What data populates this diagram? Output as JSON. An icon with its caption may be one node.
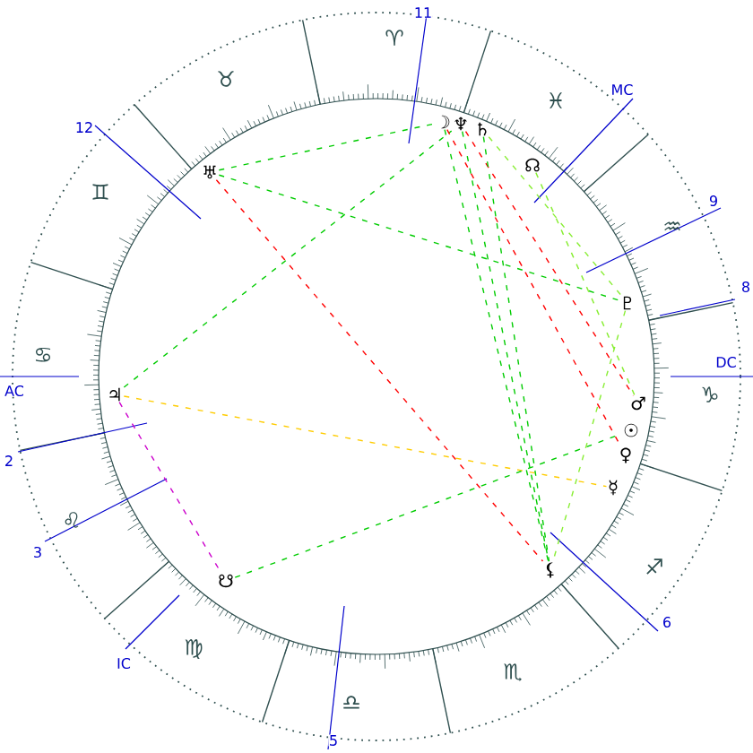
{
  "diagram": {
    "nodes": [
      {
        "text": [
          "♅"
        ]
      },
      {
        "text": [
          "☽"
        ]
      },
      {
        "text": [
          "♆"
        ]
      },
      {
        "text": [
          "♄"
        ]
      },
      {
        "text": [
          "☊"
        ]
      },
      {
        "text": [
          "♇"
        ]
      },
      {
        "text": [
          "♃"
        ]
      },
      {
        "text": [
          "♂"
        ]
      },
      {
        "text": [
          "☉"
        ]
      },
      {
        "text": [
          "♀"
        ]
      },
      {
        "text": [
          "☿"
        ]
      },
      {
        "text": [
          "⚸"
        ]
      },
      {
        "text": [
          "☋"
        ]
      }
    ],
    "edges": [
      {
        "from": 0,
        "to": 11,
        "arrow": "none",
        "style": "dashed",
        "color": "#ff0000"
      },
      {
        "from": 0,
        "to": 5,
        "arrow": "none",
        "style": "dashed"
      },
      {
        "from": 0,
        "to": 1,
        "arrow": "none",
        "style": "dashed"
      },
      {
        "from": 6,
        "to": 2,
        "arrow": "none",
        "style": "dashed"
      },
      {
        "from": 6,
        "to": 10,
        "arrow": "none",
        "style": "dashed",
        "color": "#ffcc00"
      },
      {
        "from": 6,
        "to": 12,
        "arrow": "none",
        "style": "dashed",
        "color": "#cc00cc"
      },
      {
        "from": 12,
        "to": 8,
        "arrow": "none",
        "style": "dashed"
      },
      {
        "from": 1,
        "to": 9,
        "arrow": "none",
        "style": "dashed",
        "color": "#ff0000"
      },
      {
        "from": 2,
        "to": 7,
        "arrow": "none",
        "style": "dashed",
        "color": "#ff0000"
      },
      {
        "from": 1,
        "to": 11,
        "arrow": "none",
        "style": "dashed"
      },
      {
        "from": 2,
        "to": 11,
        "arrow": "none",
        "style": "dashed"
      },
      {
        "from": 3,
        "to": 11,
        "arrow": "none",
        "style": "dashed"
      },
      {
        "from": 3,
        "to": 5,
        "arrow": "none",
        "style": "dashed",
        "color": "#88ee33"
      },
      {
        "from": 4,
        "to": 7,
        "arrow": "none",
        "style": "dashed",
        "color": "#88ee33"
      },
      {
        "from": 5,
        "to": 11,
        "arrow": "none",
        "style": "dashed",
        "color": "#88ee33"
      }
    ],
    "labels": [
      "11",
      "♈",
      "♉",
      "MC",
      "♓",
      "12",
      "♊",
      "9",
      "♒",
      "8",
      "♋",
      "DC",
      "AC",
      "♑",
      "2",
      "♌",
      "3",
      "♐",
      "6",
      "IC",
      "♍",
      "♏",
      "♎",
      "5"
    ]
  }
}
